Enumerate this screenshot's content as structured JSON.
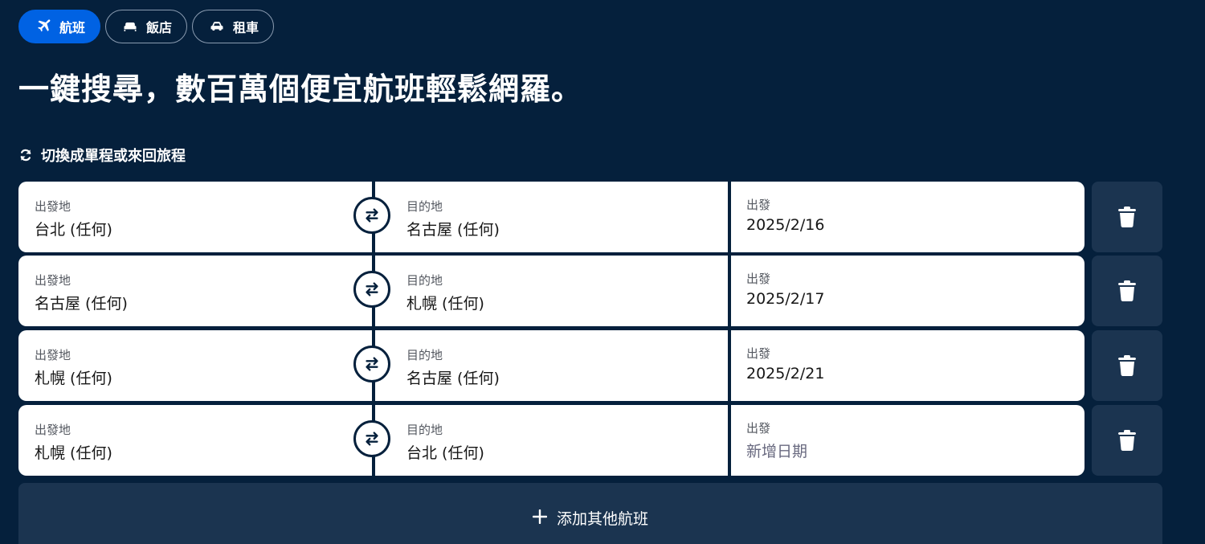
{
  "tabs": [
    {
      "label": "航班",
      "icon": "plane-icon",
      "active": true
    },
    {
      "label": "飯店",
      "icon": "bed-icon",
      "active": false
    },
    {
      "label": "租車",
      "icon": "car-icon",
      "active": false
    }
  ],
  "headline": "一鍵搜尋，數百萬個便宜航班輕鬆網羅。",
  "toggle": {
    "label": "切換成單程或來回旅程",
    "icon": "refresh-icon"
  },
  "legs": [
    {
      "origin_label": "出發地",
      "origin": "台北 (任何)",
      "dest_label": "目的地",
      "dest": "名古屋 (任何)",
      "date_label": "出發",
      "date": "2025/2/16"
    },
    {
      "origin_label": "出發地",
      "origin": "名古屋 (任何)",
      "dest_label": "目的地",
      "dest": "札幌 (任何)",
      "date_label": "出發",
      "date": "2025/2/17"
    },
    {
      "origin_label": "出發地",
      "origin": "札幌 (任何)",
      "dest_label": "目的地",
      "dest": "名古屋 (任何)",
      "date_label": "出發",
      "date": "2025/2/21"
    },
    {
      "origin_label": "出發地",
      "origin": "札幌 (任何)",
      "dest_label": "目的地",
      "dest": "台北 (任何)",
      "date_label": "出發",
      "date": "新增日期"
    }
  ],
  "add_flight": {
    "label": "添加其他航班",
    "icon": "plus-icon"
  },
  "colors": {
    "background": "#05203c",
    "accent": "#0062e3",
    "panel": "#1b3450"
  }
}
